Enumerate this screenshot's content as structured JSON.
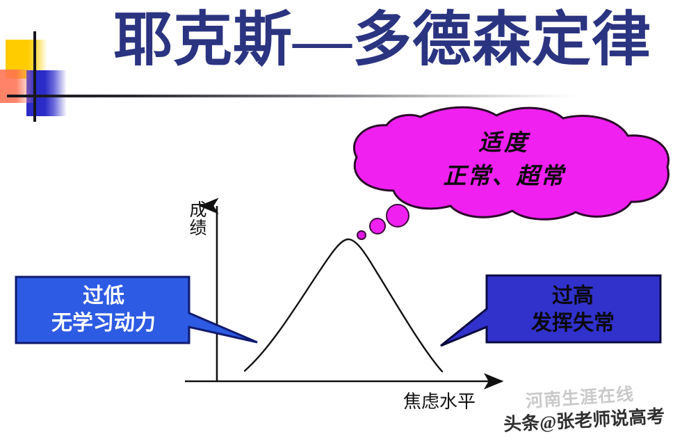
{
  "slide": {
    "title": "耶克斯—多德森定律",
    "title_color": "#2B3480",
    "background_color": "#ffffff"
  },
  "decor": {
    "yellow_color": "#FFCC00",
    "red_color": "#FF6E50",
    "blue_color": "#2B2BC8",
    "line_color": "#16161C"
  },
  "chart_data": {
    "type": "line",
    "title": "耶克斯—多德森定律",
    "xlabel": "焦虑水平",
    "ylabel": "成绩",
    "grid": false,
    "legend": "none",
    "axis_arrow_x": true,
    "axis_arrow_y": true,
    "x": [
      0,
      0.1,
      0.2,
      0.3,
      0.4,
      0.5,
      0.6,
      0.7,
      0.8,
      0.9,
      1.0
    ],
    "y": [
      0.02,
      0.18,
      0.4,
      0.62,
      0.82,
      0.94,
      0.9,
      0.74,
      0.52,
      0.26,
      0.02
    ],
    "curve_shape": "inverted-U",
    "peak_x": 0.5,
    "peak_y": 0.94,
    "xlim": [
      0,
      1
    ],
    "ylim": [
      0,
      1
    ],
    "annotations": [
      {
        "label": "过低\n无学习动力",
        "at_x": 0.05,
        "at_y": 0.1
      },
      {
        "label": "适度\n正常、超常",
        "at_x": 0.5,
        "at_y": 0.94
      },
      {
        "label": "过高\n发挥失常",
        "at_x": 0.95,
        "at_y": 0.1
      }
    ]
  },
  "bubble": {
    "line1": "适度",
    "line2": "正常、超常",
    "fill_color": "#F020F0",
    "stroke_color": "#2A0A2A",
    "text_color": "#0B0B0B",
    "dots": 3
  },
  "callout_left": {
    "line1": "过低",
    "line2": "无学习动力",
    "fill_color": "#2D5BE3",
    "stroke_color": "#101A6E",
    "text_color": "#FFFFFF"
  },
  "callout_right": {
    "line1": "过高",
    "line2": "发挥失常",
    "fill_color": "#3131CC",
    "stroke_color": "#0A0A40",
    "text_color": "#0A0A0A"
  },
  "watermarks": {
    "faint": "河南生涯在线",
    "main": "头条@张老师说高考"
  }
}
